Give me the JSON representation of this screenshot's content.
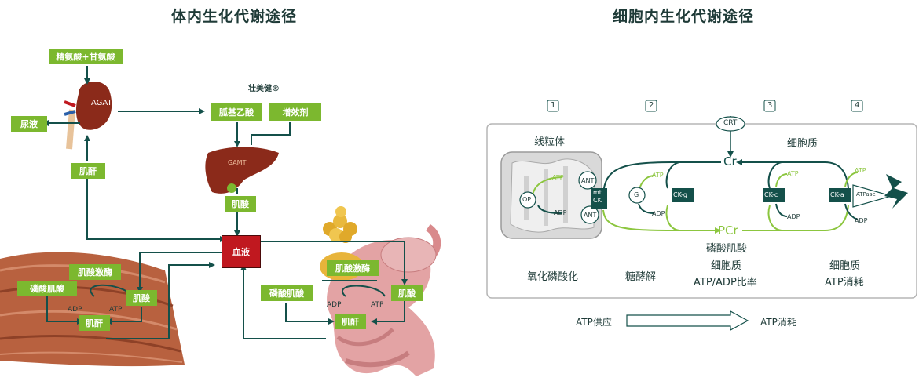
{
  "left": {
    "title": "体内生化代谢途径",
    "arginine_glycine": "精氨酸+甘氨酸",
    "urine": "尿液",
    "agat": "AGAT",
    "brand": "壮美健®",
    "gaa": "胍基乙酸",
    "enhancer": "增效剂",
    "gamt": "GAMT",
    "creatine": "肌酸",
    "creatinine": "肌酐",
    "blood": "血液",
    "muscle": {
      "kinase": "肌酸激酶",
      "phosphocreatine": "磷酸肌酸",
      "creatine": "肌酸",
      "creatinine": "肌酐",
      "adp": "ADP",
      "atp": "ATP"
    },
    "gut": {
      "kinase": "肌酸激酶",
      "phosphocreatine": "磷酸肌酸",
      "creatine": "肌酸",
      "creatinine": "肌酐",
      "adp": "ADP",
      "atp": "ATP"
    }
  },
  "right": {
    "title": "细胞内生化代谢途径",
    "steps": [
      "1",
      "2",
      "3",
      "4"
    ],
    "crt": "CRT",
    "mitochondria": "线粒体",
    "cytoplasm": "细胞质",
    "cr": "Cr",
    "pcr": "PCr",
    "op": "OP",
    "ant": "ANT",
    "mtck": "mt\nCK",
    "atp": "ATP",
    "adp": "ADP",
    "g": "G",
    "ckg": "CK-g",
    "ckc": "CK-c",
    "cka": "CK-a",
    "atpase": "ATPase",
    "oxphos": "氧化磷酸化",
    "glycolysis": "糖酵解",
    "pcr_label": "磷酸肌酸",
    "cyto_ratio_1": "细胞质",
    "cyto_ratio_2": "ATP/ADP比率",
    "cyto_consume_1": "细胞质",
    "cyto_consume_2": "ATP消耗",
    "supply": "ATP供应",
    "consume": "ATP消耗"
  },
  "colors": {
    "green": "#7cb82f",
    "light_green": "#8cc63f",
    "teal": "#14504a",
    "blood_red": "#c0181f",
    "muscle": "#b8613f",
    "liver": "#8b2a1a",
    "gut": "#e3a3a4"
  }
}
